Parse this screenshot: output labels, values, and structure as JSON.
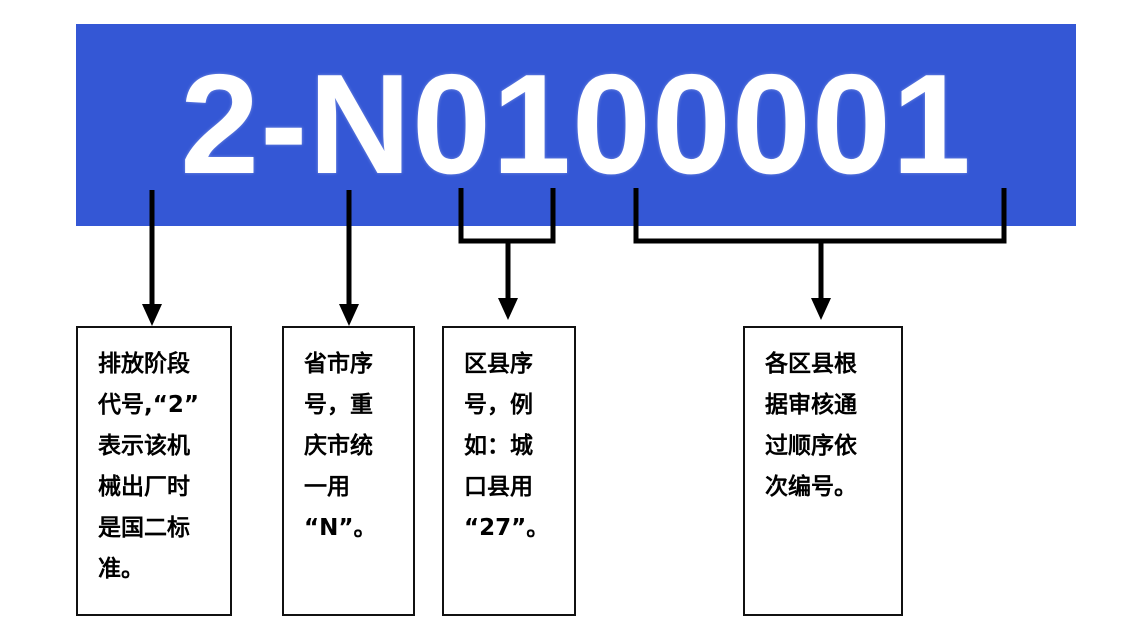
{
  "code": "2-N0100001",
  "colors": {
    "banner": "#3457d5",
    "code_text": "#ffffff",
    "lines": "#000000",
    "box_border": "#111111"
  },
  "boxes": [
    {
      "text": "排放阶段\n代号,“2”\n表示该机\n械出厂时\n是国二标\n准。"
    },
    {
      "text": "省市序\n号，重\n庆市统\n一用\n“N”。"
    },
    {
      "text": "区县序\n号，例\n如：城\n口县用\n“27”。"
    },
    {
      "text": "各区县根\n据审核通\n过顺序依\n次编号。"
    }
  ]
}
